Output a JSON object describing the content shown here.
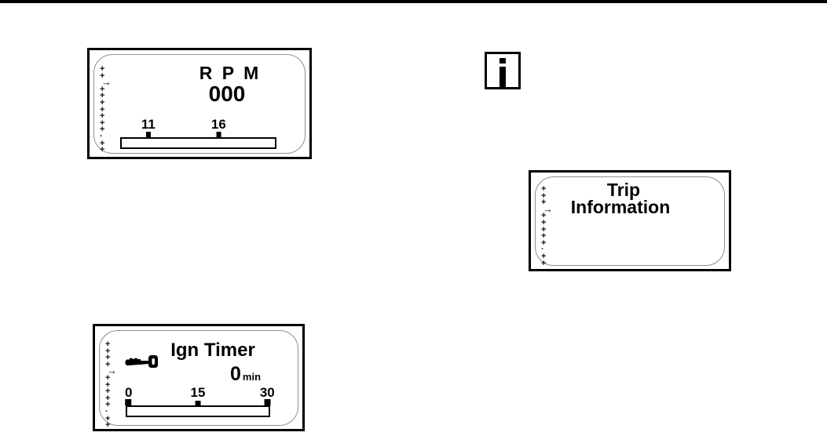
{
  "page": {
    "background": "#ffffff",
    "edge_bar_color": "#000000",
    "screen_border_color": "#000000",
    "screen_inner_border_color": "#8f8f8f",
    "text_color": "#000000"
  },
  "rpm_screen": {
    "title": "R P M",
    "value": "000",
    "cursor_items": [
      "+",
      "+",
      "→",
      "+",
      "+",
      "+",
      "+",
      "+",
      "+",
      "+",
      "·",
      "+",
      "+"
    ],
    "gauge_ticks": [
      {
        "label": "11",
        "pos": 18,
        "type": "mid"
      },
      {
        "label": "16",
        "pos": 63,
        "type": "mid"
      }
    ]
  },
  "info_icon": {
    "glyph": "i"
  },
  "trip_screen": {
    "title_line1": "Trip",
    "title_line2": "Information",
    "cursor_items": [
      "+",
      "+",
      "+",
      "→",
      "+",
      "+",
      "+",
      "+",
      "+",
      "·",
      "+",
      "+"
    ]
  },
  "ign_timer_screen": {
    "title": "Ign Timer",
    "value": "0",
    "unit": "min",
    "cursor_items": [
      "+",
      "+",
      "+",
      "+",
      "→",
      "+",
      "+",
      "+",
      "+",
      "+",
      "·",
      "+",
      "+"
    ],
    "gauge_ticks": [
      {
        "label": "0",
        "pos": 2,
        "type": "end"
      },
      {
        "label": "15",
        "pos": 50,
        "type": "mid"
      },
      {
        "label": "30",
        "pos": 98,
        "type": "end"
      }
    ]
  }
}
